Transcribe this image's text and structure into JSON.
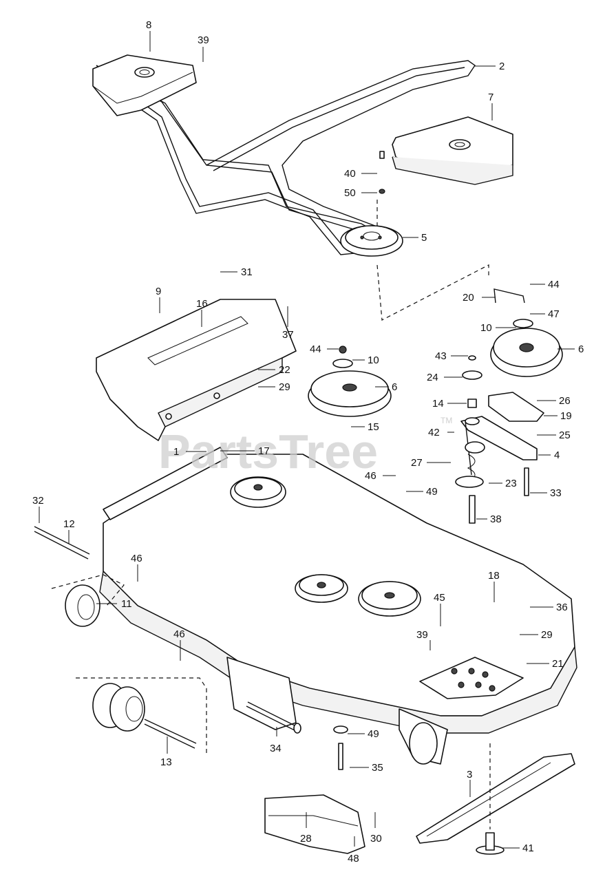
{
  "watermark": {
    "brand": "PartsTree",
    "mark": "TM"
  },
  "callouts": {
    "c1": "1",
    "c2": "2",
    "c3": "3",
    "c4": "4",
    "c5": "5",
    "c6a": "6",
    "c6b": "6",
    "c7": "7",
    "c8": "8",
    "c9": "9",
    "c10a": "10",
    "c10b": "10",
    "c11": "11",
    "c12": "12",
    "c13": "13",
    "c14": "14",
    "c15": "15",
    "c16": "16",
    "c17": "17",
    "c18": "18",
    "c19": "19",
    "c20": "20",
    "c21": "21",
    "c22": "22",
    "c23": "23",
    "c24": "24",
    "c25": "25",
    "c26": "26",
    "c27": "27",
    "c28": "28",
    "c29a": "29",
    "c29b": "29",
    "c30": "30",
    "c31": "31",
    "c32": "32",
    "c33": "33",
    "c34": "34",
    "c35": "35",
    "c36": "36",
    "c37": "37",
    "c38": "38",
    "c39a": "39",
    "c39b": "39",
    "c40": "40",
    "c41": "41",
    "c42": "42",
    "c43": "43",
    "c44a": "44",
    "c44b": "44",
    "c45": "45",
    "c46a": "46",
    "c46b": "46",
    "c46c": "46",
    "c47": "47",
    "c48": "48",
    "c49a": "49",
    "c49b": "49",
    "c50": "50"
  }
}
